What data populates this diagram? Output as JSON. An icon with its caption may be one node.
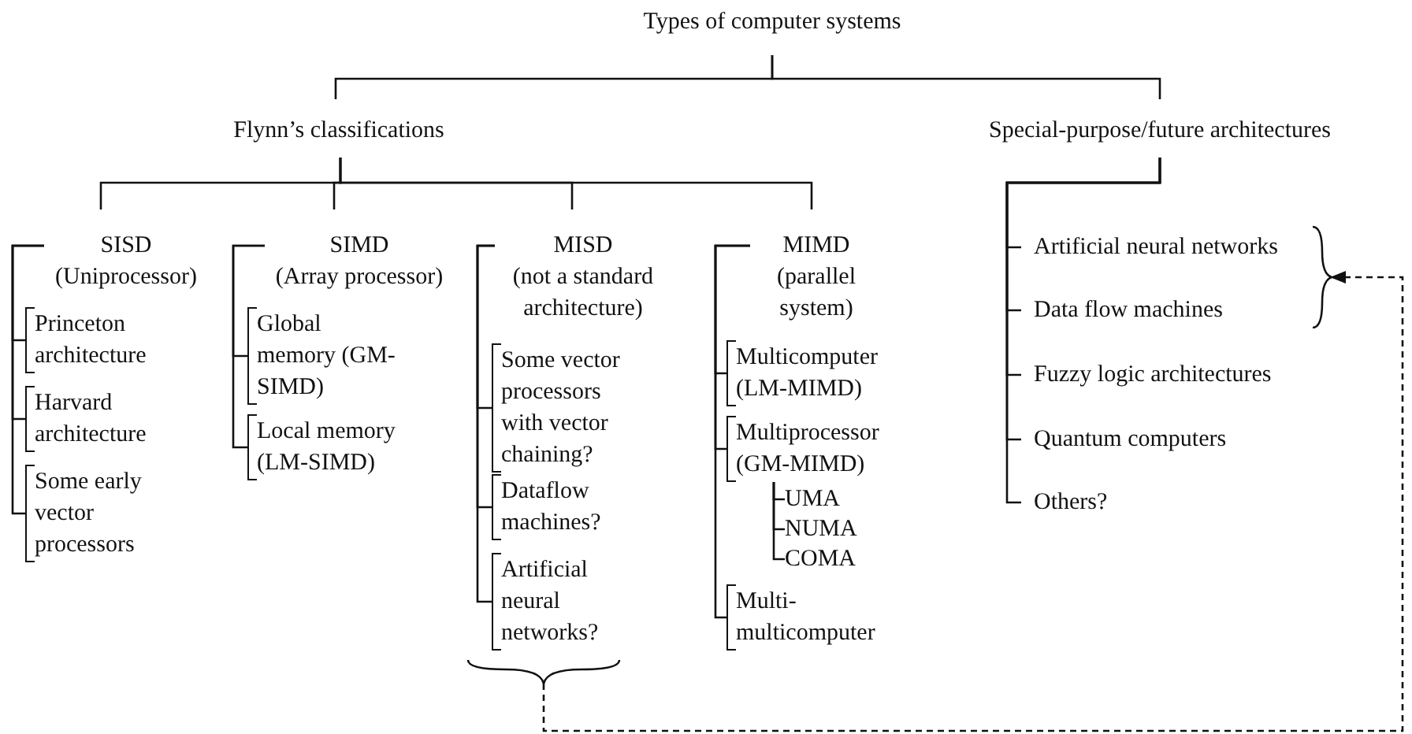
{
  "diagram": {
    "nodes": [
      {
        "text": [
          "Types of computer systems"
        ]
      },
      {
        "text": [
          "Flynn’s classifications"
        ]
      },
      {
        "text": [
          "Special-purpose/future architectures"
        ]
      },
      {
        "text": [
          "SISD",
          "(Uniprocessor)"
        ]
      },
      {
        "text": [
          "Princeton architecture"
        ]
      },
      {
        "text": [
          "Harvard architecture"
        ]
      },
      {
        "text": [
          "Some early vector processors"
        ]
      },
      {
        "text": [
          "SIMD",
          "(Array processor)"
        ]
      },
      {
        "text": [
          "Global memory (GM-SIMD)"
        ]
      },
      {
        "text": [
          "Local memory (LM-SIMD)"
        ]
      },
      {
        "text": [
          "MISD",
          "(not a standard architecture)"
        ]
      },
      {
        "text": [
          "Some vector processors with vector chaining?"
        ]
      },
      {
        "text": [
          "Dataflow machines?"
        ]
      },
      {
        "text": [
          "Artificial neural networks?"
        ]
      },
      {
        "text": [
          "MIMD",
          "(parallel system)"
        ]
      },
      {
        "text": [
          "Multicomputer (LM-MIMD)"
        ]
      },
      {
        "text": [
          "Multiprocessor (GM-MIMD)"
        ]
      },
      {
        "text": [
          "UMA"
        ]
      },
      {
        "text": [
          "NUMA"
        ]
      },
      {
        "text": [
          "COMA"
        ]
      },
      {
        "text": [
          "Multi- multicomputer"
        ]
      },
      {
        "text": [
          "Artificial neural networks"
        ]
      },
      {
        "text": [
          "Data flow machines"
        ]
      },
      {
        "text": [
          "Fuzzy logic architectures"
        ]
      },
      {
        "text": [
          "Quantum computers"
        ]
      },
      {
        "text": [
          "Others?"
        ]
      },
      {
        "text": [],
        "shape": "brace"
      },
      {
        "text": [],
        "shape": "brace"
      }
    ],
    "edges": [
      {
        "from": 0,
        "to": 1,
        "arrow": "none"
      },
      {
        "from": 0,
        "to": 2,
        "arrow": "none"
      },
      {
        "from": 1,
        "to": 3,
        "arrow": "none"
      },
      {
        "from": 1,
        "to": 7,
        "arrow": "none"
      },
      {
        "from": 1,
        "to": 10,
        "arrow": "none"
      },
      {
        "from": 1,
        "to": 14,
        "arrow": "none"
      },
      {
        "from": 3,
        "to": 4,
        "arrow": "none"
      },
      {
        "from": 3,
        "to": 5,
        "arrow": "none"
      },
      {
        "from": 3,
        "to": 6,
        "arrow": "none"
      },
      {
        "from": 7,
        "to": 8,
        "arrow": "none"
      },
      {
        "from": 7,
        "to": 9,
        "arrow": "none"
      },
      {
        "from": 10,
        "to": 11,
        "arrow": "none"
      },
      {
        "from": 10,
        "to": 12,
        "arrow": "none"
      },
      {
        "from": 10,
        "to": 13,
        "arrow": "none"
      },
      {
        "from": 14,
        "to": 15,
        "arrow": "none"
      },
      {
        "from": 14,
        "to": 16,
        "arrow": "none"
      },
      {
        "from": 16,
        "to": 17,
        "arrow": "none"
      },
      {
        "from": 16,
        "to": 18,
        "arrow": "none"
      },
      {
        "from": 16,
        "to": 19,
        "arrow": "none"
      },
      {
        "from": 14,
        "to": 20,
        "arrow": "none"
      },
      {
        "from": 2,
        "to": 21,
        "arrow": "none"
      },
      {
        "from": 2,
        "to": 22,
        "arrow": "none"
      },
      {
        "from": 2,
        "to": 23,
        "arrow": "none"
      },
      {
        "from": 2,
        "to": 24,
        "arrow": "none"
      },
      {
        "from": 2,
        "to": 25,
        "arrow": "none"
      },
      {
        "from": 26,
        "to": 27,
        "arrow": "to",
        "style": "dashed"
      }
    ]
  }
}
